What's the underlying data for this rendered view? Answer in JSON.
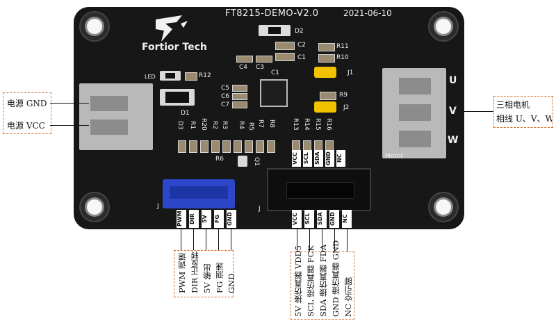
{
  "board": {
    "title": "FT8215-DEMO-V2.0",
    "date": "2021-06-10",
    "brand": "Fortior Tech",
    "silk_d2": "D2",
    "silk_c2": "C2",
    "silk_c1": "C1",
    "silk_c4": "C4",
    "silk_c3": "C3",
    "silk_r11": "R11",
    "silk_r10": "R10",
    "silk_j1": "J1",
    "silk_r9": "R9",
    "silk_j2": "J2",
    "silk_led": "LED",
    "silk_r12": "R12",
    "silk_ic": "C1",
    "silk_c5": "C5",
    "silk_c6": "C6",
    "silk_c7": "C7",
    "silk_d1": "D1",
    "silk_d3": "D3",
    "silk_r1": "R1",
    "silk_r20": "R20",
    "silk_r2": "R2",
    "silk_r3": "R3",
    "silk_r4": "R4",
    "silk_r5": "R5",
    "silk_r7": "R7",
    "silk_r8": "R8",
    "silk_r13": "R13",
    "silk_r14": "R14",
    "silk_r15": "R15",
    "silk_r16": "R16",
    "silk_r6": "R6",
    "silk_q1": "Q1",
    "silk_motor": "Motor",
    "silk_u": "U",
    "silk_v": "V",
    "silk_w": "W",
    "silk_j_left": "J",
    "silk_j_right": "J",
    "header_top_pins": [
      "VCC",
      "SCL",
      "SDA",
      "GND",
      "NC"
    ],
    "header_bottom_pins": [
      "VCC",
      "SCL",
      "SDA",
      "GND",
      "NC"
    ],
    "left_connector_pins": [
      "PWM",
      "DIR",
      "5V",
      "FG",
      "GND"
    ]
  },
  "annotations": {
    "power_gnd": "电源 GND",
    "power_vcc": "电源 VCC",
    "motor_line1": "三相电机",
    "motor_line2": "相线 U、V、W",
    "left_labels": [
      "PWM 调速",
      "DIR 正反转",
      "5V 输出",
      "FG 测速",
      "GND"
    ],
    "right_labels": [
      "5V 接仿真器 VDD5",
      "SCL 接仿真器 FCK",
      "SDA 接仿真器 FDA",
      "GND 接仿真器 GND",
      "NC 空引脚"
    ]
  },
  "colors": {
    "board": "#171717",
    "jumper": "#f2c200",
    "connector_blue": "#2c47c9",
    "annotation_border": "#d9702c",
    "terminal_gray": "#b9b9b9"
  }
}
